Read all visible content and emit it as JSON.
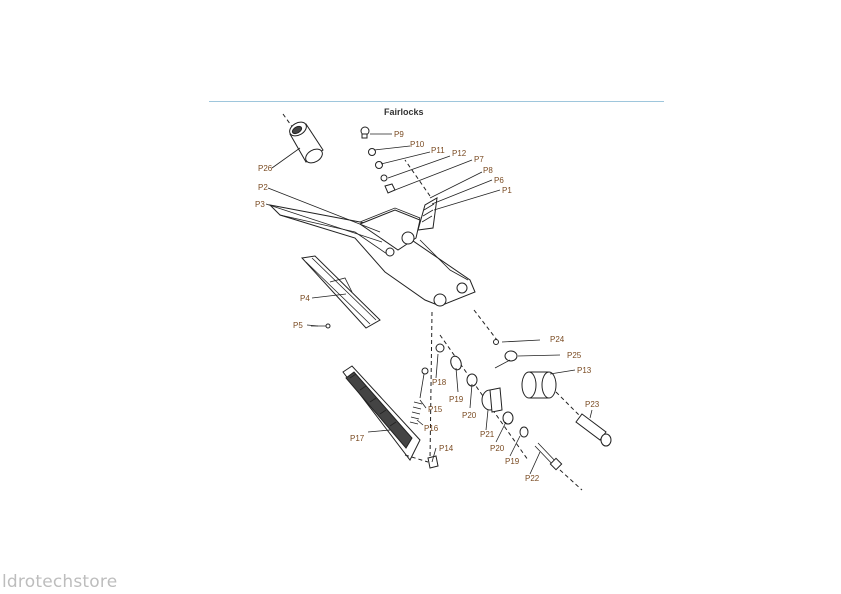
{
  "title": "Fairlocks",
  "watermark": "ldrotechstore",
  "colors": {
    "label": "#7a4b22",
    "rule": "#9ec6dc",
    "watermark": "#bdbdbd"
  },
  "labels": {
    "P1": "P1",
    "P2": "P2",
    "P3": "P3",
    "P4": "P4",
    "P5": "P5",
    "P6": "P6",
    "P7": "P7",
    "P8": "P8",
    "P9": "P9",
    "P10": "P10",
    "P11": "P11",
    "P12": "P12",
    "P13": "P13",
    "P14": "P14",
    "P15": "P15",
    "P16": "P16",
    "P17": "P17",
    "P18": "P18",
    "P19a": "P19",
    "P19b": "P19",
    "P20a": "P20",
    "P20b": "P20",
    "P21": "P21",
    "P22": "P22",
    "P23": "P23",
    "P24": "P24",
    "P25": "P25",
    "P26": "P26"
  }
}
